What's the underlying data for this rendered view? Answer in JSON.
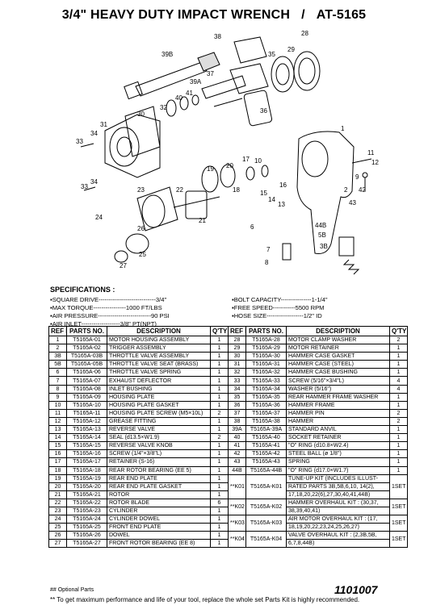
{
  "title": {
    "name": "3/4\" HEAVY DUTY IMPACT WRENCH",
    "sep": "/",
    "model": "AT-5165"
  },
  "specs": {
    "heading": "SPECIFICATIONS :",
    "left": [
      "▪SQUARE DRIVE----------------------------3/4\"",
      "▪MAX TORQUE----------------1000 FT/LBS",
      "▪AIR PRESSURE--------------------------90 PSI",
      "▪AIR INLET-------------------3/8\" PT(NPT)"
    ],
    "right": [
      "▪BOLT CAPACITY---------------1-1/4\"",
      "▪FREE SPEED-----------5500 RPM",
      "▪HOSE SIZE------------------1/2\" ID"
    ]
  },
  "table": {
    "headers": {
      "ref": "REF NO.",
      "parts": "PARTS NO.",
      "desc": "DESCRIPTION",
      "qty": "Q'TY"
    },
    "left_rows": [
      [
        "1",
        "T5165A-01",
        "MOTOR HOUSING ASSEMBLY",
        "1"
      ],
      [
        "2",
        "T5165A-02",
        "TRIGGER ASSEMBLY",
        "1"
      ],
      [
        "3B",
        "T5165A-03B",
        "THROTTLE VALVE ASSEMBLY",
        "1"
      ],
      [
        "5B",
        "T5165A-05B",
        "THROTTLE VALVE SEAT (BRASS)",
        "1"
      ],
      [
        "6",
        "T5165A-06",
        "THROTTLE VALVE SPRING",
        "1"
      ],
      [
        "7",
        "T5165A-07",
        "EXHAUST DEFLECTOR",
        "1"
      ],
      [
        "8",
        "T5165A-08",
        "INLET BUSHING",
        "1"
      ],
      [
        "9",
        "T5165A-09",
        "HOUSING PLATE",
        "1"
      ],
      [
        "10",
        "T5165A-10",
        "HOUSING PLATE GASKET",
        "1"
      ],
      [
        "11",
        "T5165A-11",
        "HOUSING PLATE SCREW (M5×10L)",
        "2"
      ],
      [
        "12",
        "T5165A-12",
        "GREASE FITTING",
        "1"
      ],
      [
        "13",
        "T5165A-13",
        "REVERSE VALVE",
        "1"
      ],
      [
        "14",
        "T5165A-14",
        "SEAL (d13.5×W1.9)",
        "2"
      ],
      [
        "15",
        "T5165A-15",
        "REVERSE VALVE KNOB",
        "1"
      ],
      [
        "16",
        "T5165A-16",
        "SCREW (1/4\"×3/8\"L)",
        "1"
      ],
      [
        "17",
        "T5165A-17",
        "RETAINER (S-16)",
        "1"
      ],
      [
        "18",
        "T5165A-18",
        "REAR ROTOR BEARING (EE 5)",
        "1"
      ],
      [
        "19",
        "T5165A-19",
        "REAR END PLATE",
        "1"
      ],
      [
        "20",
        "T5165A-20",
        "REAR END PLATE GASKET",
        "1"
      ],
      [
        "21",
        "T5165A-21",
        "ROTOR",
        "1"
      ],
      [
        "22",
        "T5165A-22",
        "ROTOR BLADE",
        "6"
      ],
      [
        "23",
        "T5165A-23",
        "CYLINDER",
        "1"
      ],
      [
        "24",
        "T5165A-24",
        "CYLINDER DOWEL",
        "1"
      ],
      [
        "25",
        "T5165A-25",
        "FRONT END PLATE",
        "1"
      ],
      [
        "26",
        "T5165A-26",
        "DOWEL",
        "1"
      ],
      [
        "27",
        "T5165A-27",
        "FRONT ROTOR BEARING (EE 8)",
        "1"
      ]
    ],
    "right_rows": [
      [
        "28",
        "T5165A-28",
        "MOTOR CLAMP WASHER",
        "2"
      ],
      [
        "29",
        "T5165A-29",
        "MOTOR RETAINER",
        "1"
      ],
      [
        "30",
        "T5165A-30",
        "HAMMER CASE GASKET",
        "1"
      ],
      [
        "31",
        "T5165A-31",
        "HAMMER CASE (STEEL)",
        "1"
      ],
      [
        "32",
        "T5165A-32",
        "HAMMER CASE BUSHING",
        "1"
      ],
      [
        "33",
        "T5165A-33",
        "SCREW (5/16\"×3/4\"L)",
        "4"
      ],
      [
        "34",
        "T5165A-34",
        "WASHER (5/16\")",
        "4"
      ],
      [
        "35",
        "T5165A-35",
        "REAR HAMMER FRAME WASHER",
        "1"
      ],
      [
        "36",
        "T5165A-36",
        "HAMMER FRAME",
        "1"
      ],
      [
        "37",
        "T5165A-37",
        "HAMMER PIN",
        "2"
      ],
      [
        "38",
        "T5165A-38",
        "HAMMER",
        "2"
      ],
      [
        "39A",
        "T5165A-39A",
        "STANDARD ANVIL",
        "1"
      ],
      [
        "40",
        "T5165A-40",
        "SOCKET RETAINER",
        "1"
      ],
      [
        "41",
        "T5165A-41",
        "\"O\" RING (d10.8×W2.4)",
        "1"
      ],
      [
        "42",
        "T5165A-42",
        "STEEL BALL (ø 1/8\")",
        "1"
      ],
      [
        "43",
        "T5165A-43",
        "SPRING",
        "1"
      ],
      [
        "44B",
        "T5165A-44B",
        "\"O\" RING (d17.0×W1.7)",
        "1"
      ]
    ],
    "kits": [
      {
        "ref": "**K01",
        "parts": "T5165A-K01",
        "lines": [
          "TUNE-UP KIT (INCLUDES ILLUST-",
          "RATED PARTS 3B,5B,6,10, 14(2),",
          "17,18,20,22(6),27,30,40,41,44B)"
        ],
        "qty": "1SET"
      },
      {
        "ref": "**K02",
        "parts": "T5165A-K02",
        "lines": [
          "HAMMER OVERHAUL KIT : (30,37,",
          "38,39,40,41)"
        ],
        "qty": "1SET"
      },
      {
        "ref": "**K03",
        "parts": "T5165A-K03",
        "lines": [
          "AIR MOTOR OVERHAUL KIT : (17,",
          "18,19,20,22,23,24,25,26,27)"
        ],
        "qty": "1SET"
      },
      {
        "ref": "**K04",
        "parts": "T5165A-K04",
        "lines": [
          "VALVE OVERHAUL KIT : (2,3B,5B,",
          "6,7,8,44B)"
        ],
        "qty": "1SET"
      }
    ]
  },
  "doc_code": "1101007",
  "optional_note": "## Optional Parts",
  "footnote": "** To get maximum performance and life of your tool, replace the whole set Parts Kit is highly recommended.",
  "diagram_labels": [
    {
      "id": "38",
      "t": "38"
    },
    {
      "id": "28",
      "t": "28"
    },
    {
      "id": "39B",
      "t": "39B"
    },
    {
      "id": "35",
      "t": "35"
    },
    {
      "id": "29",
      "t": "29"
    },
    {
      "id": "39A",
      "t": "39A"
    },
    {
      "id": "37",
      "t": "37"
    },
    {
      "id": "41",
      "t": "41"
    },
    {
      "id": "40",
      "t": "40"
    },
    {
      "id": "32",
      "t": "32"
    },
    {
      "id": "36",
      "t": "36"
    },
    {
      "id": "31",
      "t": "31"
    },
    {
      "id": "30",
      "t": "30"
    },
    {
      "id": "34",
      "t": "34"
    },
    {
      "id": "33a",
      "t": "33"
    },
    {
      "id": "1",
      "t": "1"
    },
    {
      "id": "11",
      "t": "11"
    },
    {
      "id": "12",
      "t": "12"
    },
    {
      "id": "9",
      "t": "9"
    },
    {
      "id": "34b",
      "t": "34"
    },
    {
      "id": "33b",
      "t": "33"
    },
    {
      "id": "19",
      "t": "19"
    },
    {
      "id": "20",
      "t": "20"
    },
    {
      "id": "10",
      "t": "10"
    },
    {
      "id": "17",
      "t": "17"
    },
    {
      "id": "18",
      "t": "18"
    },
    {
      "id": "16",
      "t": "16"
    },
    {
      "id": "15",
      "t": "15"
    },
    {
      "id": "14",
      "t": "14"
    },
    {
      "id": "13",
      "t": "13"
    },
    {
      "id": "23",
      "t": "23"
    },
    {
      "id": "22",
      "t": "22"
    },
    {
      "id": "21",
      "t": "21"
    },
    {
      "id": "26",
      "t": "26"
    },
    {
      "id": "24",
      "t": "24"
    },
    {
      "id": "25",
      "t": "25"
    },
    {
      "id": "27",
      "t": "27"
    },
    {
      "id": "2",
      "t": "2"
    },
    {
      "id": "42",
      "t": "42"
    },
    {
      "id": "43",
      "t": "43"
    },
    {
      "id": "44B",
      "t": "44B"
    },
    {
      "id": "5B",
      "t": "5B"
    },
    {
      "id": "6",
      "t": "6"
    },
    {
      "id": "3B",
      "t": "3B"
    },
    {
      "id": "7",
      "t": "7"
    },
    {
      "id": "8",
      "t": "8"
    }
  ]
}
